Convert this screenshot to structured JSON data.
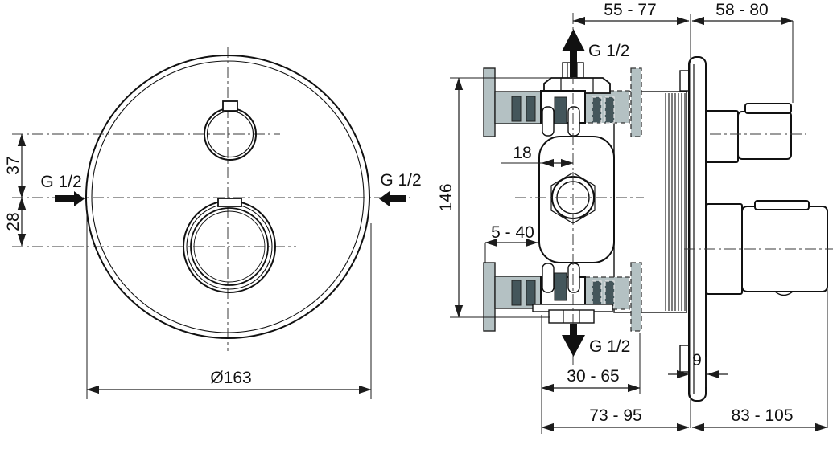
{
  "drawing": {
    "title_semantic": "Concealed thermostatic shower valve installation dimensions",
    "front_view": {
      "dim_top_knob_to_inlet": "37",
      "dim_inlet_to_bottom_knob": "28",
      "inlet_left_label": "G 1/2",
      "inlet_right_label": "G 1/2",
      "faceplate_diameter": "Ø163"
    },
    "side_view": {
      "dim_valve_depth": "55 - 77",
      "dim_handle_projection": "58 - 80",
      "outlet_top_label": "G 1/2",
      "dim_center_offset": "18",
      "dim_body_height": "146",
      "dim_min_recess": "5 - 40",
      "outlet_bottom_label": "G 1/2",
      "dim_plate_thickness": "9",
      "dim_recess_range": "30 - 65",
      "dim_total_recess": "73 - 95",
      "dim_trim_projection": "83 - 105"
    },
    "colors": {
      "rail_gray": "#b4c1c3",
      "slot_dark": "#44565b",
      "outline": "#111111",
      "background": "#ffffff"
    }
  }
}
